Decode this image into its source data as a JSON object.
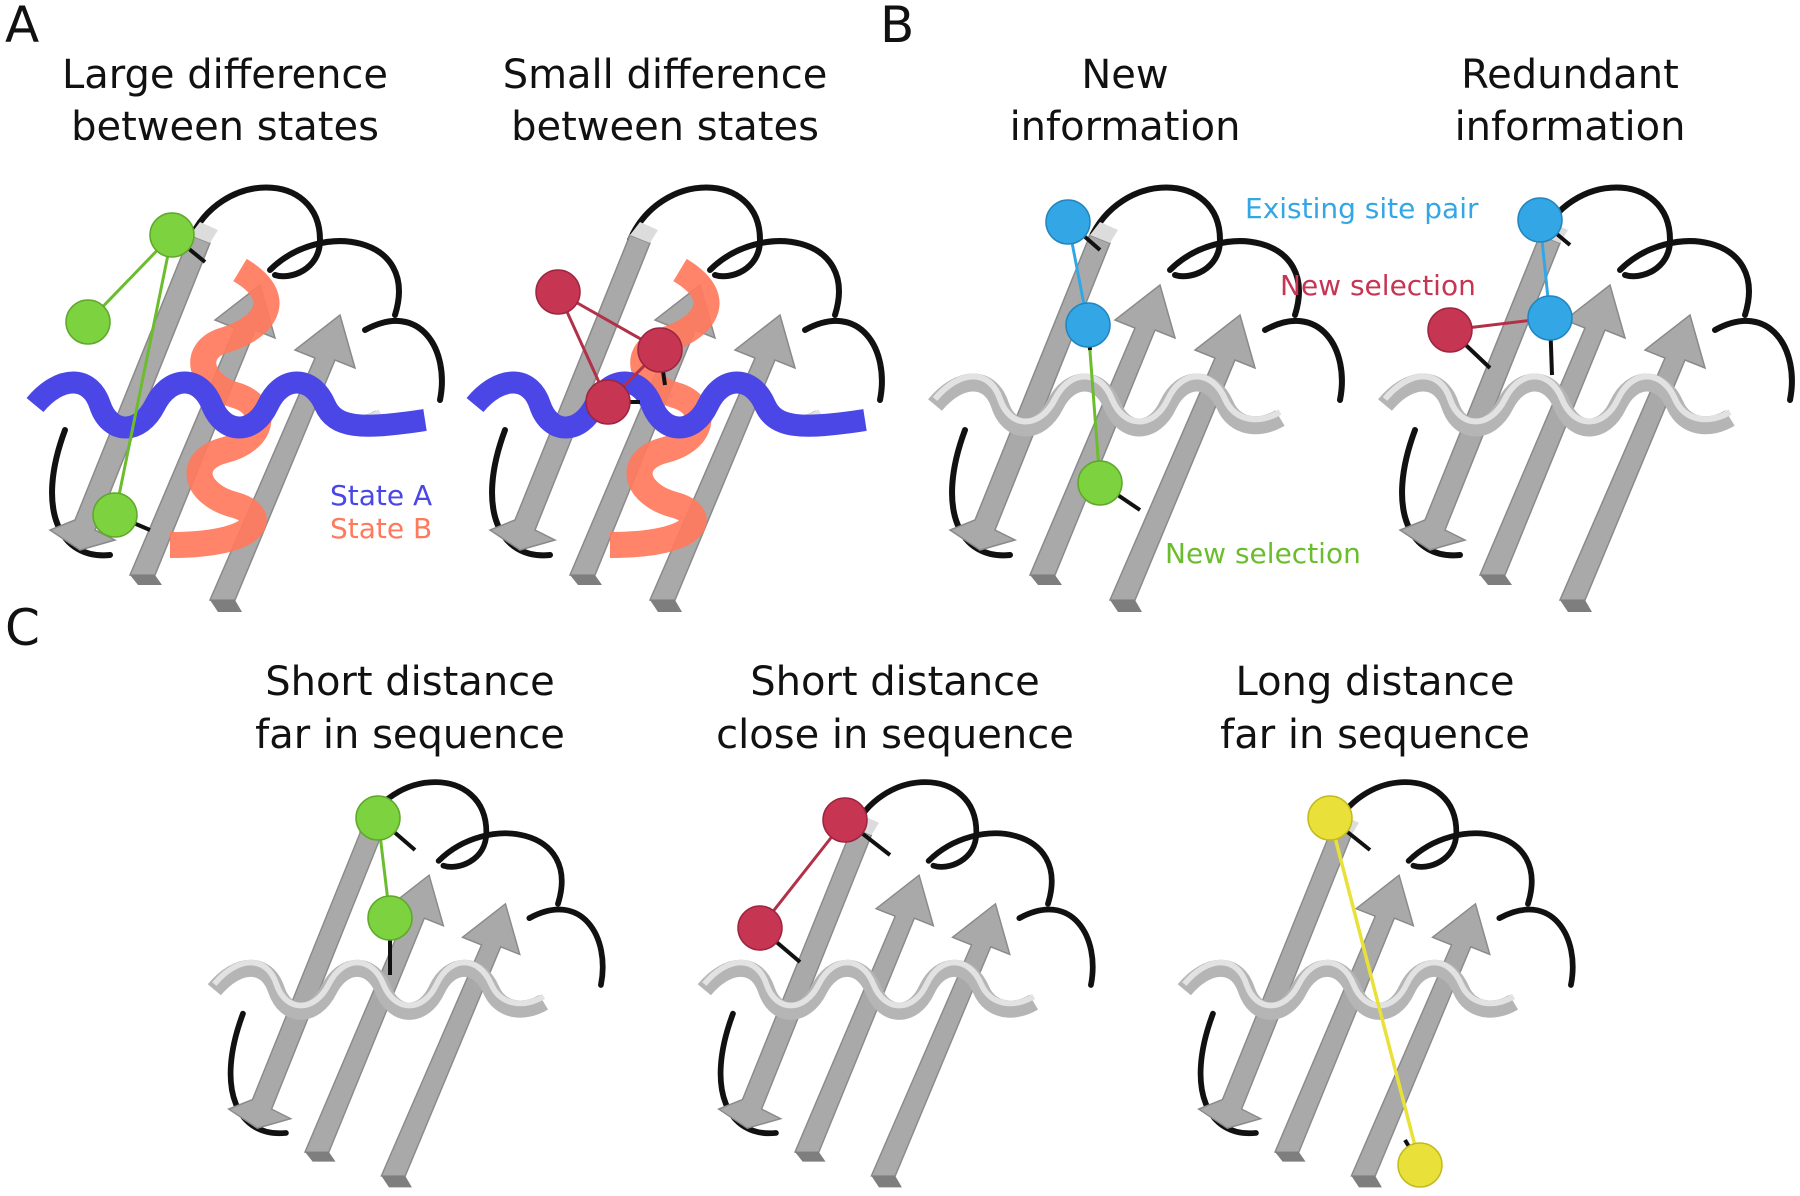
{
  "colors": {
    "gray_body": "#a9a9a9",
    "gray_dark": "#7e7e7e",
    "gray_light": "#dcdcdc",
    "loop": "#111111",
    "state_a": "#4a47e6",
    "state_b": "#ff7a5c",
    "green": "#7dd23f",
    "red": "#c63552",
    "blue": "#33a7e6",
    "yellow": "#e9e13a"
  },
  "panels": {
    "a": {
      "letter": "A",
      "left": {
        "title_l1": "Large difference",
        "title_l2": "between states"
      },
      "right": {
        "title_l1": "Small difference",
        "title_l2": "between states"
      },
      "legend": {
        "state_a": "State A",
        "state_b": "State B"
      }
    },
    "b": {
      "letter": "B",
      "left": {
        "title_l1": "New",
        "title_l2": "information",
        "label_new_selection": "New selection"
      },
      "right": {
        "title_l1": "Redundant",
        "title_l2": "information",
        "label_existing_pair": "Existing site pair",
        "label_new_selection": "New selection"
      }
    },
    "c": {
      "letter": "C",
      "left": {
        "title_l1": "Short distance",
        "title_l2": "far in sequence"
      },
      "middle": {
        "title_l1": "Short distance",
        "title_l2": "close in sequence"
      },
      "right": {
        "title_l1": "Long distance",
        "title_l2": "far in sequence"
      }
    }
  }
}
